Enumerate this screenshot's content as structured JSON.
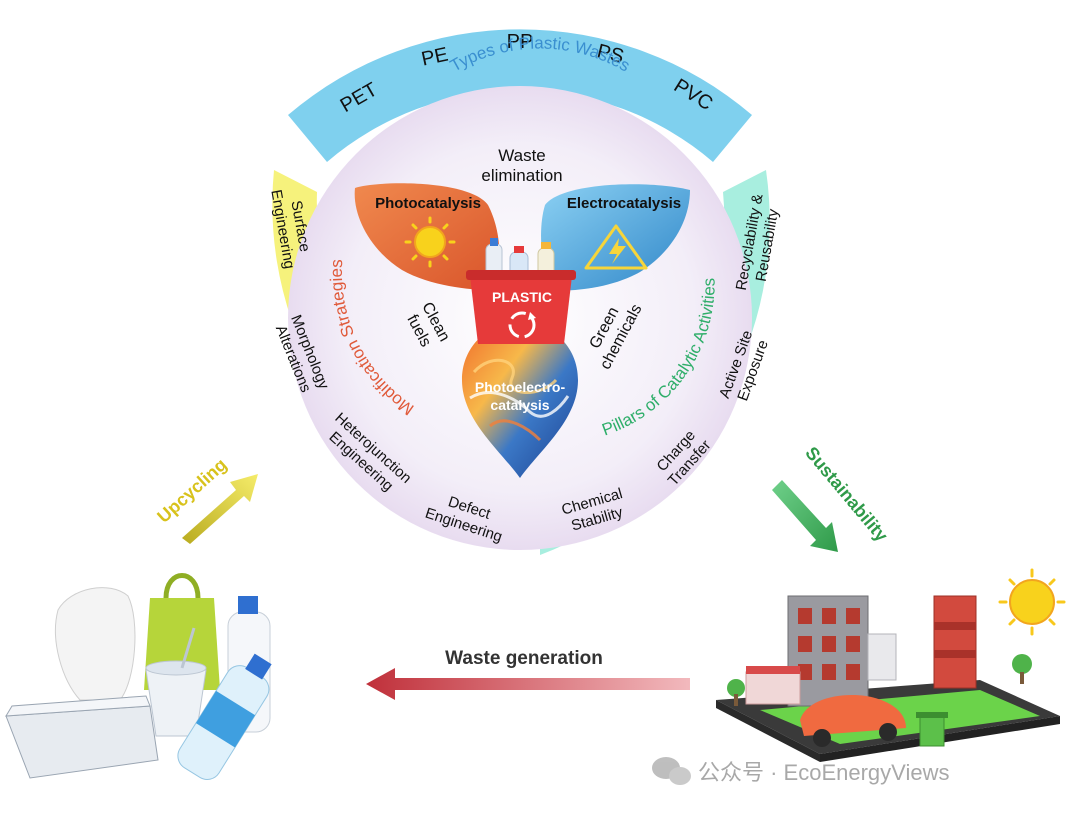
{
  "ring_top": {
    "title": "Types of Plastic Wastes",
    "items": [
      "PET",
      "PE",
      "PP",
      "PS",
      "PVC"
    ]
  },
  "ring_left": {
    "title": "Modification Strategies",
    "items": [
      [
        "Surface",
        "Engineering"
      ],
      [
        "Morphology",
        "Alterations"
      ],
      [
        "Heterojunction",
        "Engineering"
      ],
      [
        "Defect",
        "Engineering"
      ]
    ]
  },
  "ring_right": {
    "title": "Pillars of Catalytic Activities",
    "items": [
      [
        "Recyclability &",
        "Reusability"
      ],
      [
        "Active Site",
        "Exposure"
      ],
      [
        "Charge",
        "Transfer"
      ],
      [
        "Chemical",
        "Stability"
      ]
    ]
  },
  "center": {
    "photocatalysis": "Photocatalysis",
    "electrocatalysis": "Electrocatalysis",
    "photoelectrocatalysis": [
      "Photoelectro-",
      "catalysis"
    ],
    "bin_label": "PLASTIC",
    "waste_elimination": [
      "Waste",
      "elimination"
    ],
    "clean_fuels": [
      "Clean",
      "fuels"
    ],
    "green_chemicals": [
      "Green",
      "chemicals"
    ]
  },
  "arrows": {
    "upcycling": "Upcycling",
    "sustainability": "Sustainability",
    "waste_generation": "Waste generation"
  },
  "watermark": "公众号 · EcoEnergyViews",
  "colors": {
    "blue_band": "#7fd0ee",
    "yellow_band": "#f6f27c",
    "mint_band": "#a8eedf",
    "photo_orange": "#e8703a",
    "electro_blue": "#4a9fd8",
    "bin_red": "#e63a3a",
    "upcycling_text": "#d8c21c",
    "sustainability_text": "#2f9a49",
    "waste_arrow": "#c0303a"
  }
}
